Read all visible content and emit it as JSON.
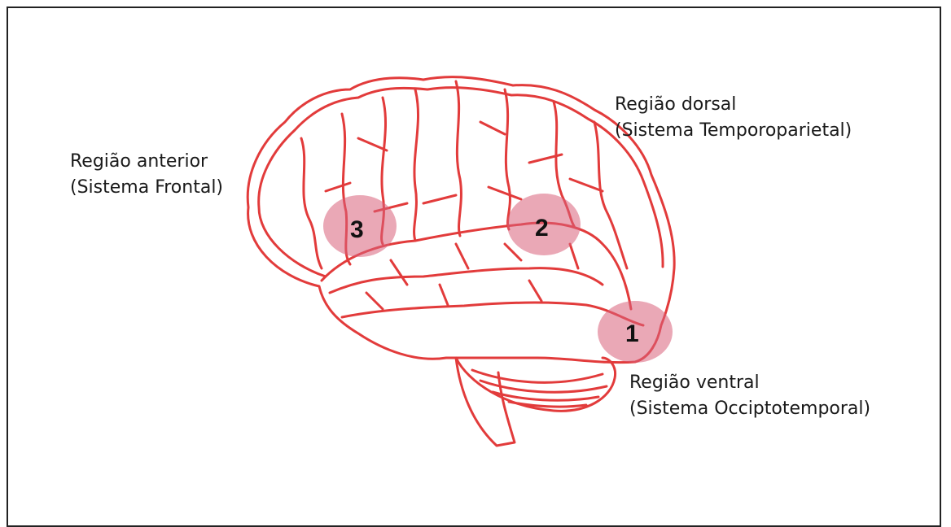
{
  "colors": {
    "outline": "#e23b3b",
    "highlight": "#d9607a",
    "border": "#222222"
  },
  "regions": [
    {
      "number": "3",
      "title": "Região anterior",
      "subtitle": "(Sistema Frontal)"
    },
    {
      "number": "2",
      "title": "Região dorsal",
      "subtitle": "(Sistema Temporoparietal)"
    },
    {
      "number": "1",
      "title": "Região ventral",
      "subtitle": "(Sistema Occiptotemporal)"
    }
  ],
  "icons": [
    "brain-illustration"
  ]
}
